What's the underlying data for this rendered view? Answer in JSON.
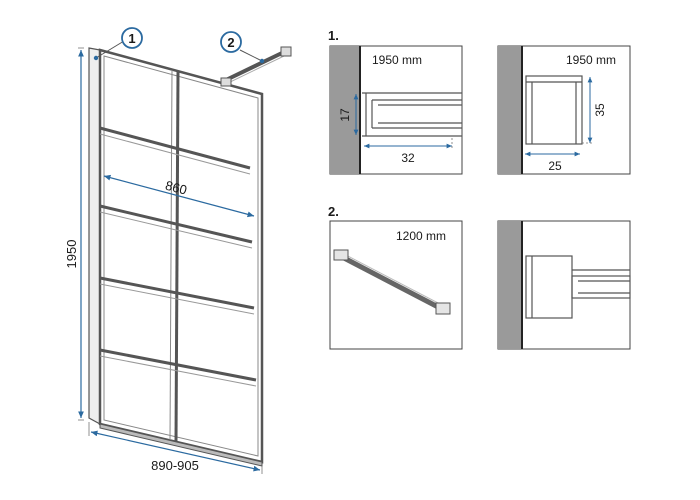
{
  "callouts": {
    "one": "1",
    "two": "2"
  },
  "main_dims": {
    "height": "1950",
    "width_inner": "860",
    "width_range": "890-905"
  },
  "detail_1": {
    "heading": "1.",
    "left": {
      "height_label": "1950 mm",
      "dim_vertical": "17",
      "dim_horizontal": "32"
    },
    "right": {
      "height_label": "1950 mm",
      "dim_vertical": "35",
      "dim_horizontal": "25"
    }
  },
  "detail_2": {
    "heading": "2.",
    "left": {
      "length_label": "1200 mm"
    }
  },
  "colors": {
    "dimension": "#2b6aa0",
    "frame": "#555555",
    "wall": "#9a9a9a",
    "callout": "#2b6aa0"
  }
}
